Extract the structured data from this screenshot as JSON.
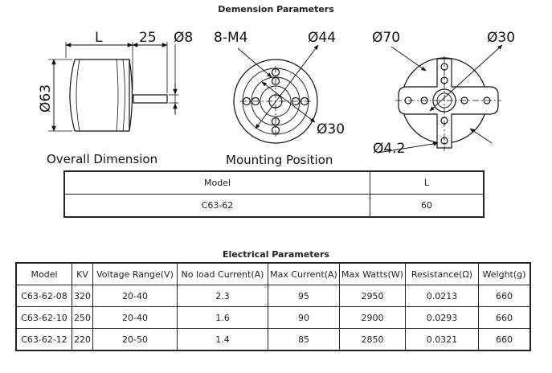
{
  "dimension_title": "Demension  Parameters",
  "drawing": {
    "overall": {
      "caption": "Overall Dimension",
      "label_L": "L",
      "label_25": "25",
      "label_d8": "Ø8",
      "label_d63": "Ø63"
    },
    "mounting": {
      "caption": "Mounting Position",
      "label_8m4": "8-M4",
      "label_d44": "Ø44",
      "label_d30": "Ø30"
    },
    "mount3": {
      "label_d70": "Ø70",
      "label_d30": "Ø30",
      "label_d42": "Ø4.2"
    }
  },
  "size_table": {
    "headers": [
      "Model",
      "L"
    ],
    "rows": [
      [
        "C63-62",
        "60"
      ]
    ]
  },
  "electrical_title": "Electrical  Parameters",
  "electrical_table": {
    "headers": [
      "Model",
      "KV",
      "Voltage Range(V)",
      "No load Current(A)",
      "Max Current(A)",
      "Max Watts(W)",
      "Resistance(Ω)",
      "Weight(g)"
    ],
    "rows": [
      [
        "C63-62-08",
        "320",
        "20-40",
        "2.3",
        "95",
        "2950",
        "0.0213",
        "660"
      ],
      [
        "C63-62-10",
        "250",
        "20-40",
        "1.6",
        "90",
        "2900",
        "0.0293",
        "660"
      ],
      [
        "C63-62-12",
        "220",
        "20-50",
        "1.4",
        "85",
        "2850",
        "0.0321",
        "660"
      ]
    ]
  }
}
